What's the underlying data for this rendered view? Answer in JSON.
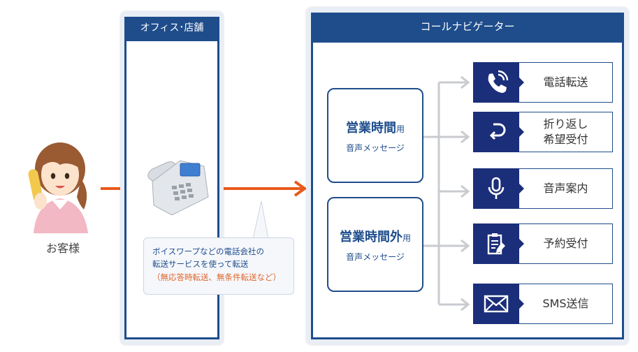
{
  "customer": {
    "label": "お客様"
  },
  "office": {
    "title": "オフィス･店舗"
  },
  "navigator": {
    "title": "コールナビゲーター"
  },
  "note": {
    "line1": "ボイスワープなどの電話会社の",
    "line2": "転送サービスを使って転送",
    "line3": "（無応答時転送、無条件転送など）"
  },
  "messages": [
    {
      "main": "営業時間",
      "suffix": "用",
      "sub": "音声メッセージ"
    },
    {
      "main": "営業時間外",
      "suffix": "用",
      "sub": "音声メッセージ"
    }
  ],
  "options": [
    {
      "label": "電話転送",
      "icon": "phone-ringing-icon"
    },
    {
      "label": "折り返し\n希望受付",
      "icon": "return-arrow-icon"
    },
    {
      "label": "音声案内",
      "icon": "microphone-icon"
    },
    {
      "label": "予約受付",
      "icon": "clipboard-pen-icon"
    },
    {
      "label": "SMS送信",
      "icon": "envelope-icon"
    }
  ],
  "colors": {
    "navy": "#1f4d8c",
    "icon_bg": "#1b2e7a",
    "arrow": "#e85a1c",
    "connector": "#c8cbd0",
    "note_text": "#1f4d8c",
    "note_accent": "#e0662a"
  }
}
